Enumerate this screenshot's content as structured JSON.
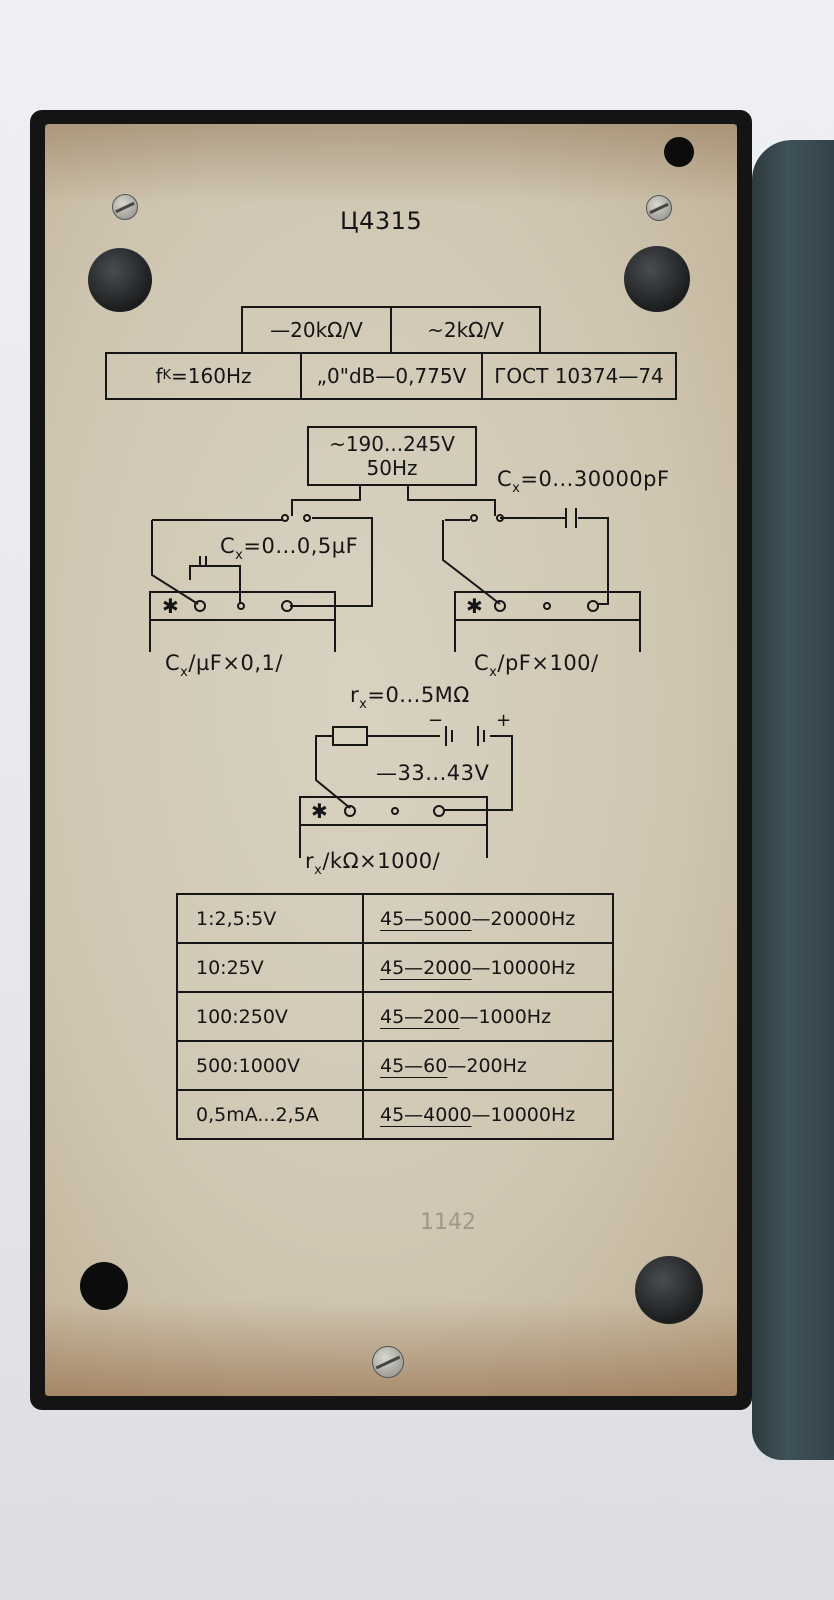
{
  "model": "Ц4315",
  "sensitivity": {
    "dc": "—20kΩ/V",
    "ac": "~2kΩ/V"
  },
  "specs": {
    "fk": {
      "main": "f",
      "sub": "K",
      "rest": "=160Hz"
    },
    "db": "„0\"dB—0,775V",
    "gost": "ГОСТ 10374—74"
  },
  "power": {
    "voltage": "~190...245V",
    "freq": "50Hz"
  },
  "capacitance_uf": {
    "range": {
      "main": "C",
      "sub": "x",
      "rest": "=0...0,5µF"
    },
    "scale": {
      "main": "C",
      "sub": "x",
      "rest": "/µF×0,1/"
    }
  },
  "capacitance_pf": {
    "range": {
      "main": "C",
      "sub": "x",
      "rest": "=0...30000pF"
    },
    "scale": {
      "main": "C",
      "sub": "x",
      "rest": "/pF×100/"
    }
  },
  "resistance": {
    "range": {
      "main": "r",
      "sub": "x",
      "rest": "=0...5MΩ"
    },
    "battery": "—33...43V",
    "scale": {
      "main": "r",
      "sub": "x",
      "rest": "/kΩ×1000/"
    },
    "minus": "−",
    "plus": "+"
  },
  "terminal_mark": "✱",
  "freq_table": [
    {
      "range": "1:2,5:5V",
      "underlined": "45—5000",
      "rest": "—20000Hz"
    },
    {
      "range": "10:25V",
      "underlined": "45—2000",
      "rest": "—10000Hz"
    },
    {
      "range": "100:250V",
      "underlined": "45—200",
      "rest": "—1000Hz"
    },
    {
      "range": "500:1000V",
      "underlined": "45—60",
      "rest": "—200Hz"
    },
    {
      "range": "0,5mA...2,5A",
      "underlined": "45—4000",
      "rest": "—10000Hz"
    }
  ],
  "serial_stamp": "1142"
}
